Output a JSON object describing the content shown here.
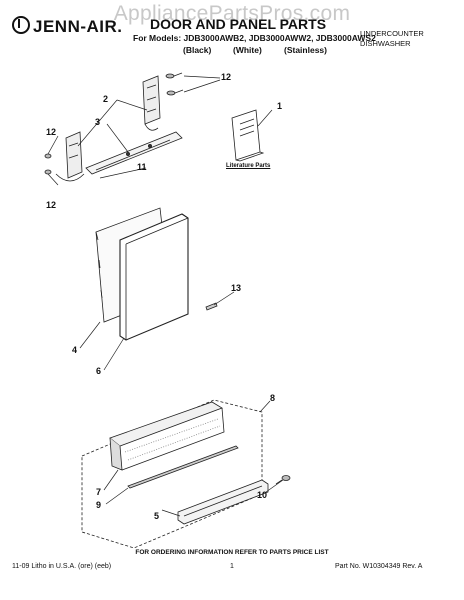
{
  "watermark": "AppliancePartsPros.com",
  "brand": {
    "logo_text": "JENN-AIR."
  },
  "header": {
    "title": "DOOR AND PANEL PARTS",
    "models": "For Models: JDB3000AWB2, JDB3000AWW2, JDB3000AWS2",
    "finishes": [
      "(Black)",
      "(White)",
      "(Stainless)"
    ],
    "category_line1": "UNDERCOUNTER",
    "category_line2": "DISHWASHER"
  },
  "diagram": {
    "callouts": [
      "1",
      "2",
      "3",
      "12",
      "12",
      "12",
      "11",
      "13",
      "4",
      "6",
      "8",
      "7",
      "9",
      "5",
      "10"
    ],
    "literature_label": "Literature Parts"
  },
  "footer": {
    "ordering_note": "FOR ORDERING INFORMATION REFER TO PARTS PRICE LIST",
    "litho": "11-09 Litho in U.S.A. (ore) (eeb)",
    "page": "1",
    "part_no": "Part No. W10304349 Rev. A"
  }
}
